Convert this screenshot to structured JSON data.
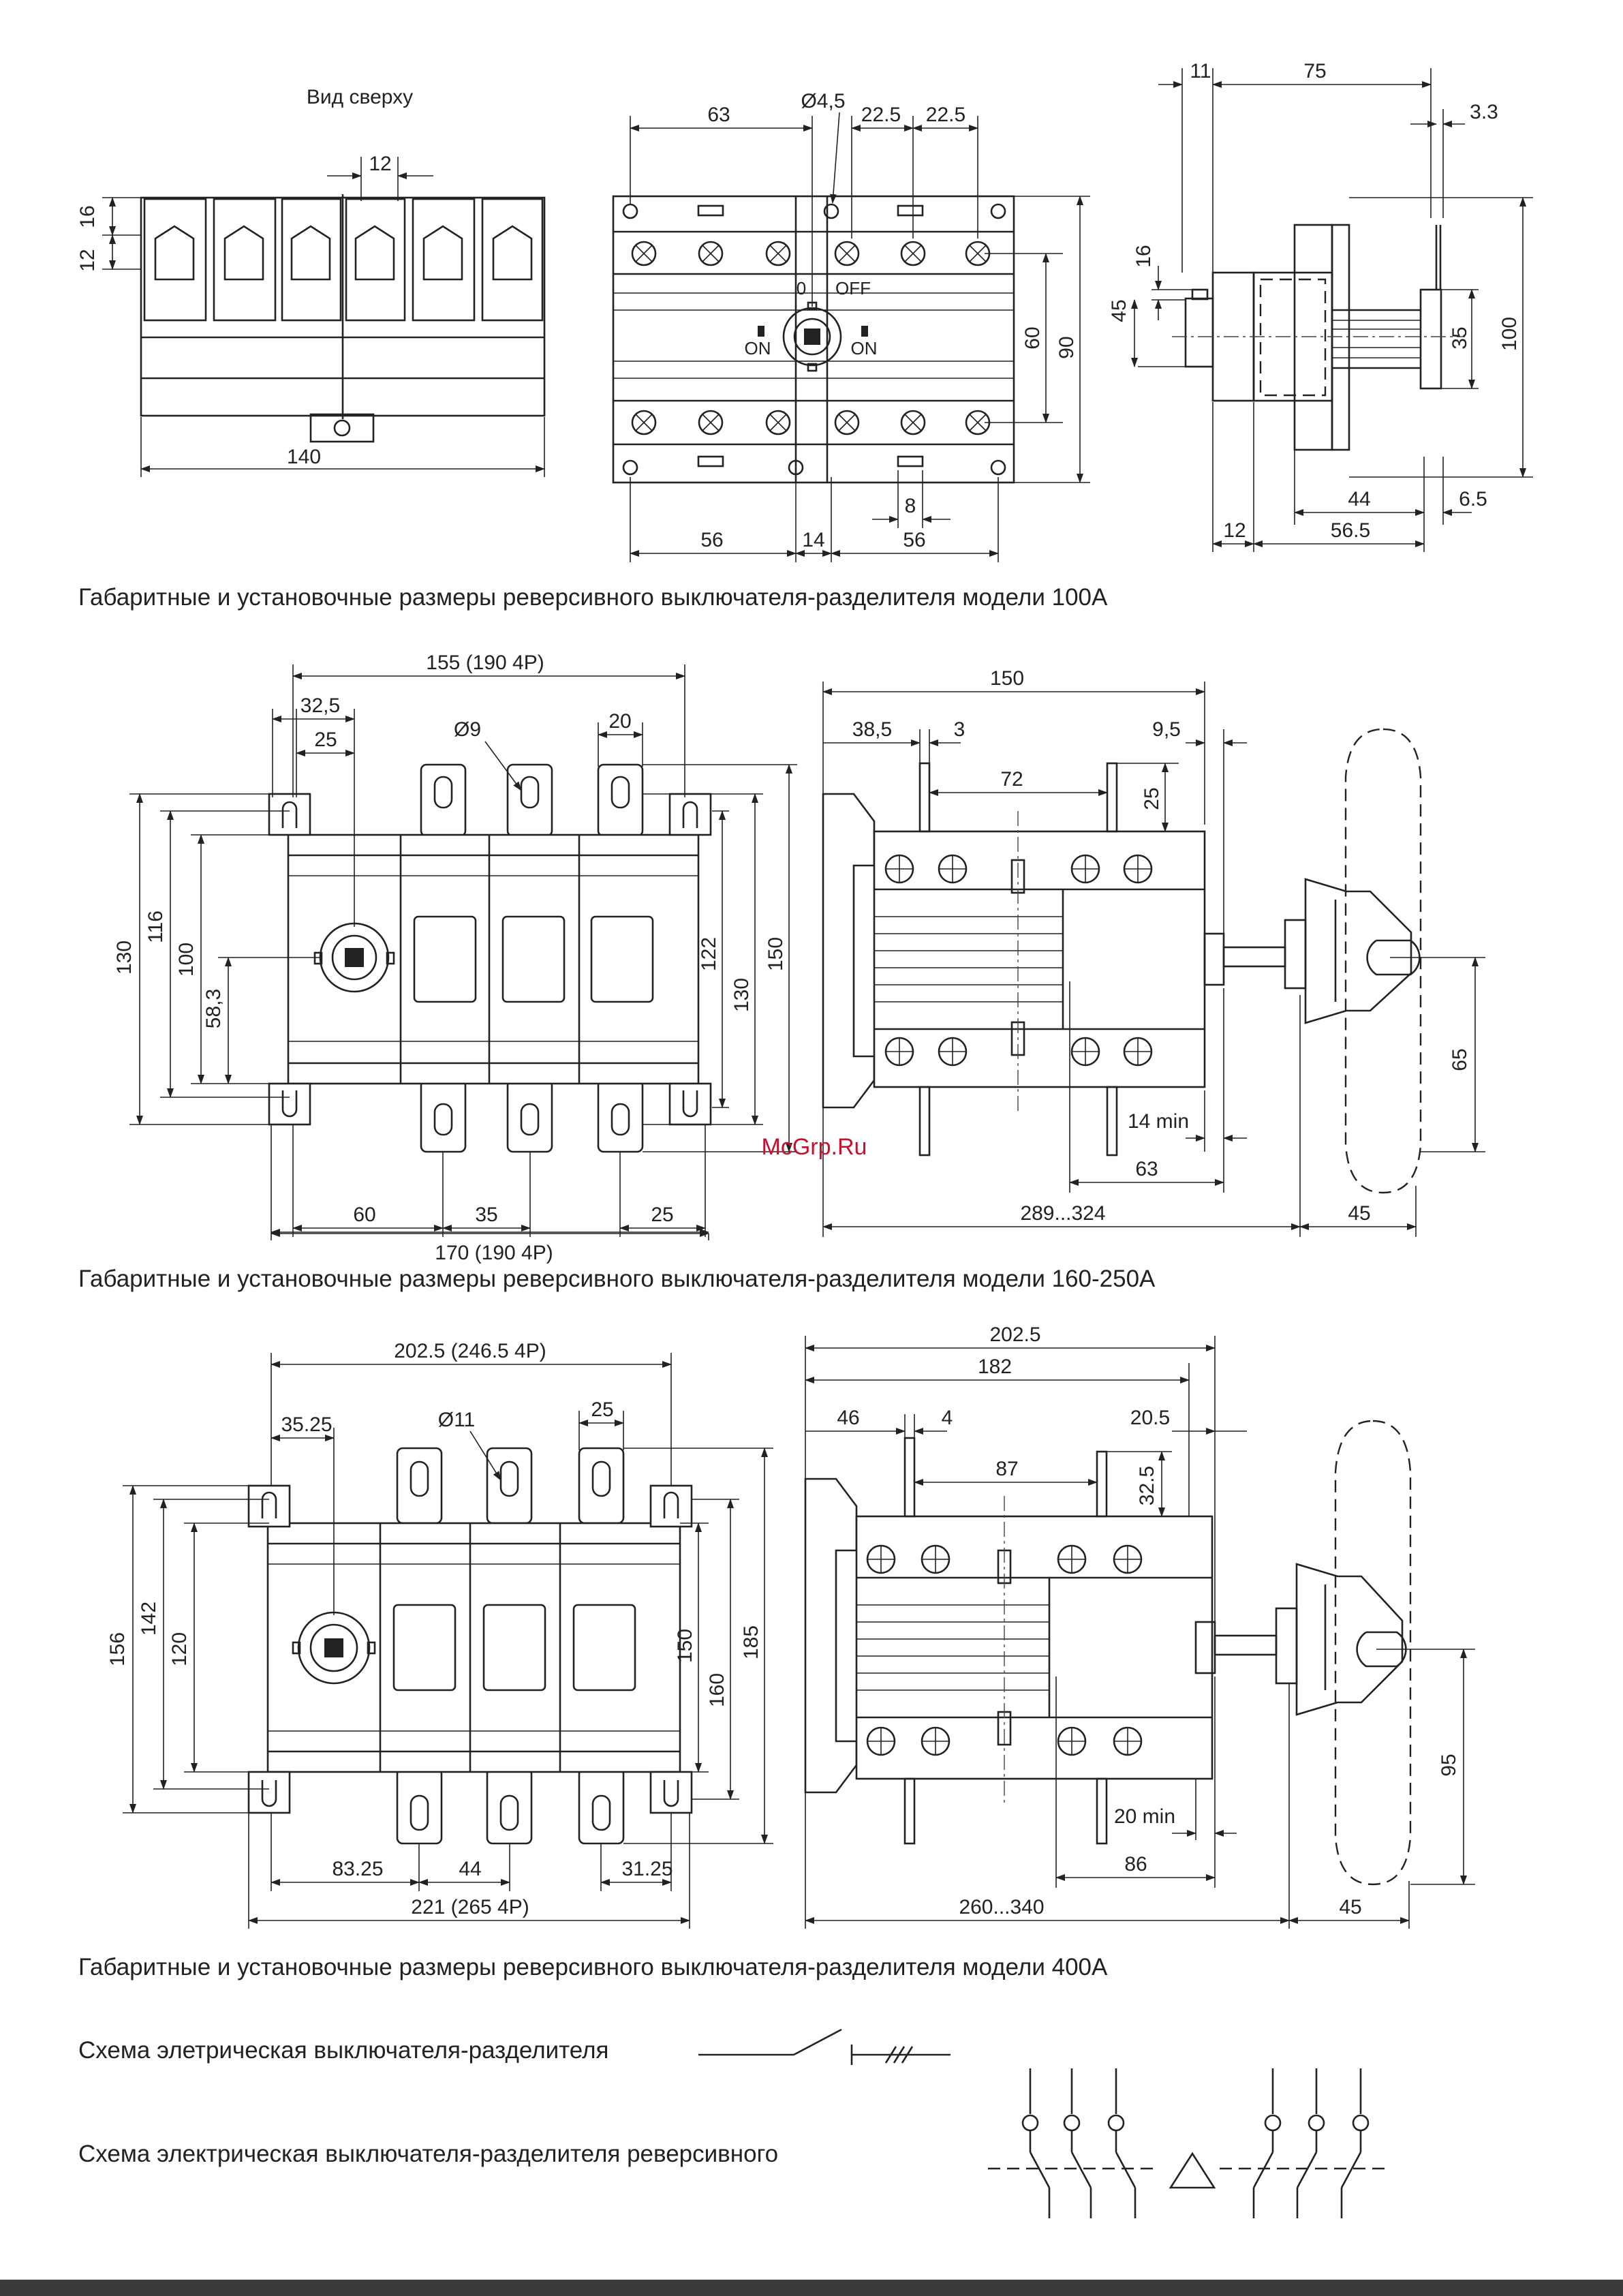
{
  "watermark": "McGrp.Ru",
  "diagram_100A": {
    "caption": "Габаритные и установочные размеры реверсивного выключателя-разделителя модели 100А",
    "top_view": {
      "title": "Вид сверху",
      "dims": {
        "d16": "16",
        "d12_left": "12",
        "d12_top": "12",
        "d140": "140"
      }
    },
    "front_view": {
      "dims": {
        "d63": "63",
        "d_hole": "Ø4,5",
        "d22_5_a": "22.5",
        "d22_5_b": "22.5",
        "d60": "60",
        "d90": "90",
        "d56_left": "56",
        "d14": "14",
        "d56_right": "56",
        "d8": "8"
      },
      "labels": {
        "zero": "0",
        "off": "OFF",
        "on_left": "ON",
        "on_right": "ON"
      }
    },
    "side_view": {
      "dims": {
        "d11": "11",
        "d75": "75",
        "d3_3": "3.3",
        "d16": "16",
        "d45": "45",
        "d35": "35",
        "d100": "100",
        "d44": "44",
        "d6_5": "6.5",
        "d12": "12",
        "d56_5": "56.5"
      }
    }
  },
  "diagram_160_250A": {
    "caption": "Габаритные и установочные размеры реверсивного выключателя-разделителя модели 160-250А",
    "front_view": {
      "dims": {
        "d155": "155 (190 4P)",
        "d32_5": "32,5",
        "d25_top": "25",
        "d_hole": "Ø9",
        "d20": "20",
        "d130_left": "130",
        "d116": "116",
        "d100": "100",
        "d58_3": "58,3",
        "d122": "122",
        "d130_right": "130",
        "d150": "150",
        "d60": "60",
        "d35": "35",
        "d25_bottom": "25",
        "d170": "170 (190 4P)"
      }
    },
    "side_view": {
      "dims": {
        "d150": "150",
        "d38_5": "38,5",
        "d3": "3",
        "d9_5": "9,5",
        "d72": "72",
        "d25": "25",
        "d14min": "14 min",
        "d63": "63",
        "d289": "289...324",
        "d65": "65",
        "d45": "45"
      }
    }
  },
  "diagram_400A": {
    "caption": "Габаритные и установочные размеры реверсивного выключателя-разделителя модели 400А",
    "front_view": {
      "dims": {
        "d202": "202.5 (246.5 4P)",
        "d35_25": "35.25",
        "d_hole": "Ø11",
        "d25": "25",
        "d156": "156",
        "d142": "142",
        "d120": "120",
        "d150": "150",
        "d160": "160",
        "d185": "185",
        "d83_25": "83.25",
        "d44": "44",
        "d31_25": "31.25",
        "d221": "221 (265 4P)"
      }
    },
    "side_view": {
      "dims": {
        "d202_5": "202.5",
        "d182": "182",
        "d46": "46",
        "d4": "4",
        "d20_5": "20.5",
        "d87": "87",
        "d32_5": "32.5",
        "d20min": "20 min",
        "d86": "86",
        "d260": "260...340",
        "d95": "95",
        "d45": "45"
      }
    }
  },
  "schemes": {
    "single": "Схема элетрическая выключателя-разделителя",
    "reversible": "Схема электрическая выключателя-разделителя реверсивного"
  }
}
